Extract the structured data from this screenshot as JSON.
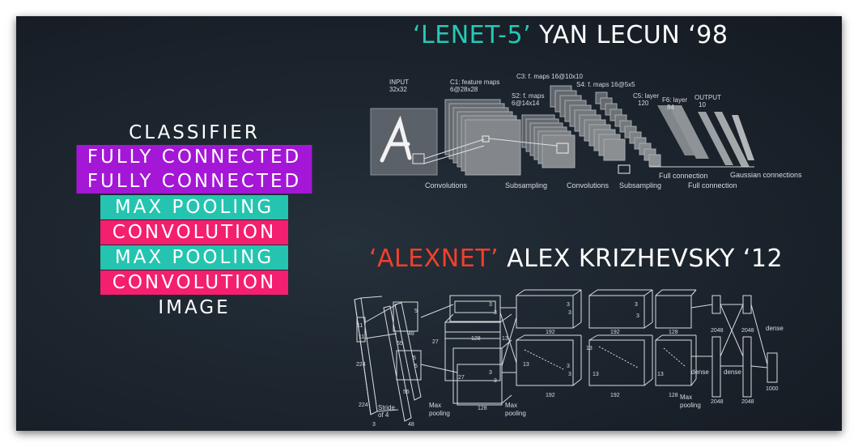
{
  "stack": {
    "classifier": "CLASSIFIER",
    "fc1": "FULLY CONNECTED",
    "fc2": "FULLY CONNECTED",
    "maxpool1": "MAX POOLING",
    "conv1": "CONVOLUTION",
    "maxpool2": "MAX POOLING",
    "conv2": "CONVOLUTION",
    "image": "IMAGE"
  },
  "colors": {
    "fully_connected": "#a417d6",
    "max_pooling": "#25c4b0",
    "convolution": "#f41f6e",
    "lenet_accent": "#26c9b6",
    "alexnet_accent": "#f2402c"
  },
  "lenet": {
    "name": "‘LENET-5’",
    "author": " YAN LECUN ‘98",
    "labels": {
      "input": "INPUT",
      "input_size": "32x32",
      "c1": "C1: feature maps",
      "c1_size": "6@28x28",
      "s2": "S2: f. maps",
      "s2_size": "6@14x14",
      "c3": "C3: f. maps 16@10x10",
      "s4": "S4: f. maps 16@5x5",
      "c5": "C5: layer",
      "c5_size": "120",
      "f6": "F6: layer",
      "f6_size": "84",
      "output": "OUTPUT",
      "output_size": "10",
      "convolutions_1": "Convolutions",
      "subsampling_1": "Subsampling",
      "convolutions_2": "Convolutions",
      "subsampling_2": "Subsampling",
      "full_connection_1": "Full connection",
      "full_connection_2": "Full connection",
      "gaussian": "Gaussian connections"
    }
  },
  "alexnet": {
    "name": "‘ALEXNET’",
    "author": " ALEX KRIZHEVSKY ‘12",
    "labels": {
      "n11a": "11",
      "n11b": "11",
      "n224a": "224",
      "n224b": "224",
      "n3": "3",
      "stride": "Stride",
      "of4": "of 4",
      "n5a": "5",
      "n48a": "48",
      "n55a": "55",
      "n55b": "55",
      "n5b": "5",
      "n5c": "5",
      "n48b": "48",
      "n27a": "27",
      "n27b": "27",
      "n128a": "128",
      "n128b": "128",
      "n3a": "3",
      "n3b": "3",
      "n3c": "3",
      "n3d": "3",
      "n13a": "13",
      "n13b": "13",
      "n192a": "192",
      "n192b": "192",
      "n192c": "192",
      "n192d": "192",
      "n3e": "3",
      "n3f": "3",
      "n3g": "3",
      "n3h": "3",
      "n13c": "13",
      "n13d": "13",
      "n128c": "128",
      "n128d": "128",
      "n13e": "13",
      "n3i": "3",
      "n3j": "3",
      "n2048a": "2048",
      "n2048b": "2048",
      "n2048c": "2048",
      "n2048d": "2048",
      "dense1": "dense",
      "dense2": "dense",
      "dense3": "dense",
      "n1000": "1000",
      "maxpool1": "Max",
      "pooling1": "pooling",
      "maxpool2": "Max",
      "pooling2": "pooling",
      "maxpool3": "Max",
      "pooling3": "pooling"
    }
  }
}
